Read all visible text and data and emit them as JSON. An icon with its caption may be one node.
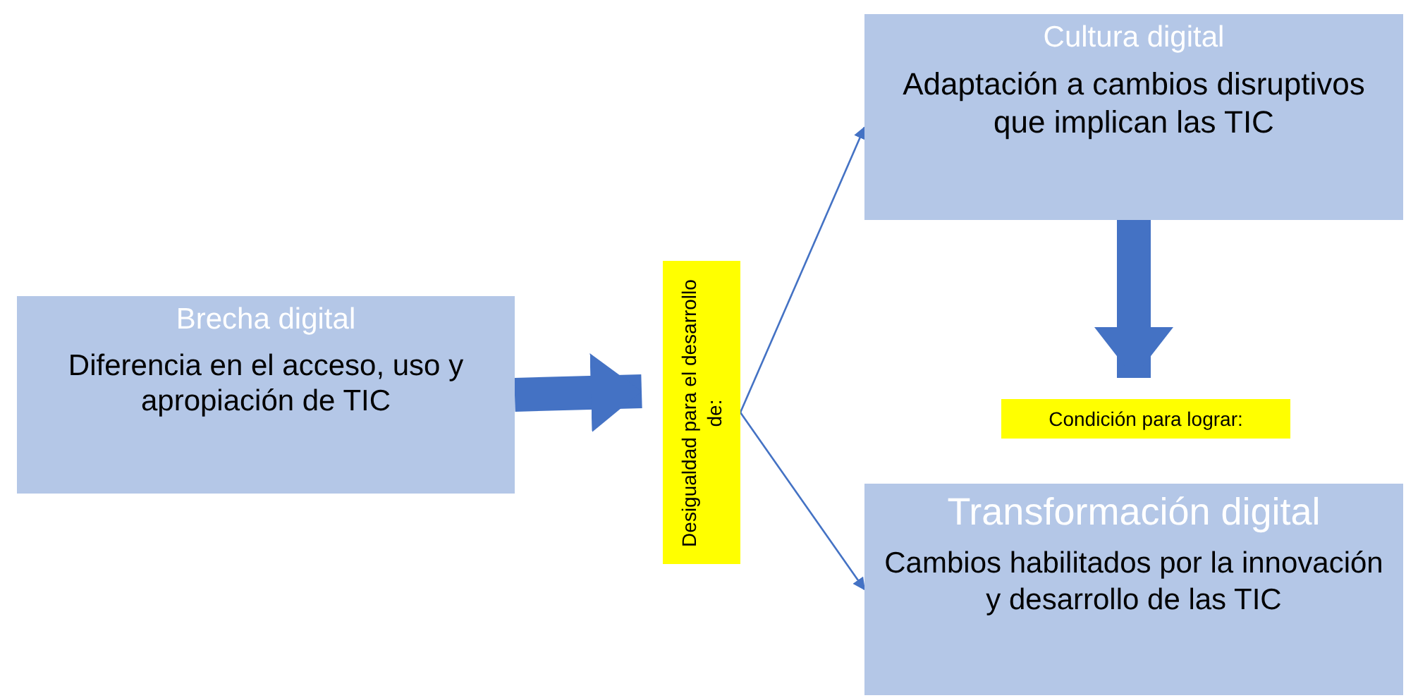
{
  "diagram": {
    "nodes": [
      {
        "text": [
          "Brecha digital",
          "Diferencia en el acceso, uso y apropiación de TIC"
        ]
      },
      {
        "text": [
          "Desigualdad para el desarrollo de:"
        ]
      },
      {
        "text": [
          "Cultura digital",
          "Adaptación a cambios disruptivos que implican las TIC"
        ]
      },
      {
        "text": [
          "Condición para lograr:"
        ]
      },
      {
        "text": [
          "Transformación digital",
          "Cambios habilitados por la innovación y desarrollo de las TIC"
        ]
      }
    ],
    "edges": [
      {
        "from": 0,
        "to": 1,
        "arrow": "to",
        "style": "thick"
      },
      {
        "from": 1,
        "to": 2,
        "arrow": "to"
      },
      {
        "from": 1,
        "to": 4,
        "arrow": "to"
      },
      {
        "from": 2,
        "to": 3,
        "arrow": "to",
        "style": "thick"
      }
    ]
  }
}
